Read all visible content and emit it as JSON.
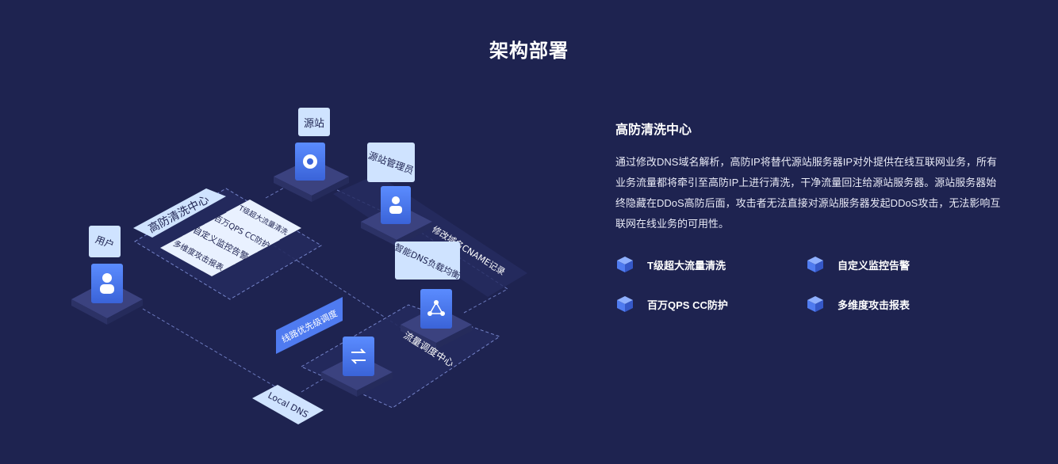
{
  "title": "架构部署",
  "diagram": {
    "nodes": {
      "origin": "源站",
      "origin_admin": "源站管理员",
      "user": "用户",
      "scrubbing_center": "高防清洗中心",
      "smart_dns": "智能DNS负载均衡",
      "route_priority": "线路优先级调度",
      "traffic_center": "流量调度中心",
      "local_dns": "Local DNS",
      "cname_note": "修改域名CNAME记录"
    },
    "scrubbing_items": [
      "T级超大流量清洗",
      "百万QPS CC防护",
      "自定义监控告警",
      "多维度攻击报表"
    ]
  },
  "info": {
    "title": "高防清洗中心",
    "description": "通过修改DNS域名解析，高防IP将替代源站服务器IP对外提供在线互联网业务，所有业务流量都将牵引至高防IP上进行清洗，干净流量回注给源站服务器。源站服务器始终隐藏在DDoS高防后面，攻击者无法直接对源站服务器发起DDoS攻击，无法影响互联网在线业务的可用性。"
  },
  "features": [
    {
      "label": "T级超大流量清洗",
      "icon": "cube-icon"
    },
    {
      "label": "自定义监控告警",
      "icon": "cube-icon"
    },
    {
      "label": "百万QPS CC防护",
      "icon": "cube-icon"
    },
    {
      "label": "多维度攻击报表",
      "icon": "cube-icon"
    }
  ],
  "colors": {
    "background": "#1e2350",
    "accent": "#4f7bf0",
    "label_bg": "#cfe3ff"
  }
}
